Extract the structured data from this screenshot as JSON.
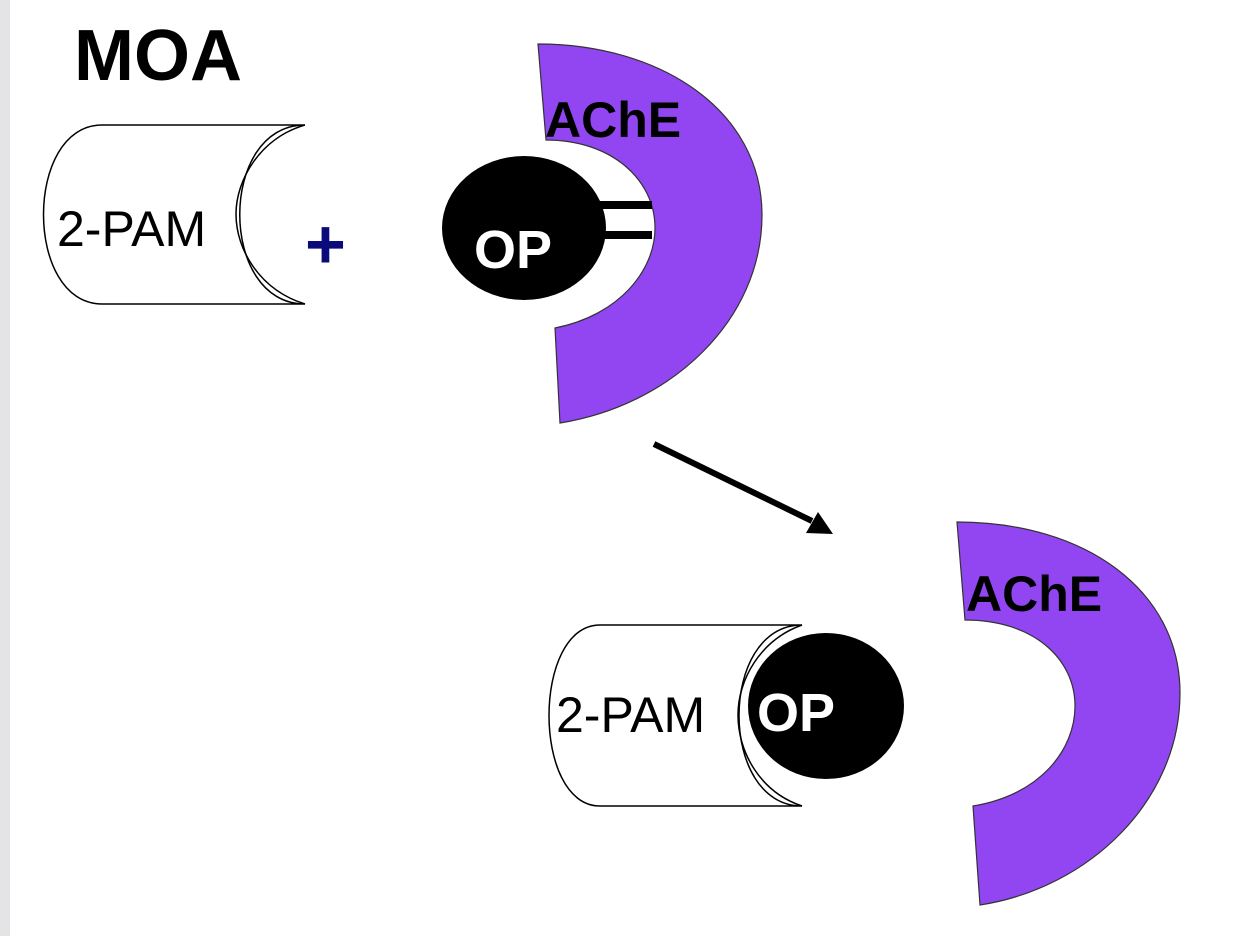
{
  "title": "MOA",
  "reactants": {
    "antidote_label": "2-PAM",
    "operator": "+",
    "inhibitor_label": "OP",
    "enzyme_label": "AChE"
  },
  "products": {
    "complex_antidote_label": "2-PAM",
    "complex_inhibitor_label": "OP",
    "enzyme_label": "AChE"
  },
  "colors": {
    "enzyme": "#9146f2",
    "inhibitor": "#000000",
    "plus": "#0b0a7a",
    "arrow": "#000000"
  }
}
